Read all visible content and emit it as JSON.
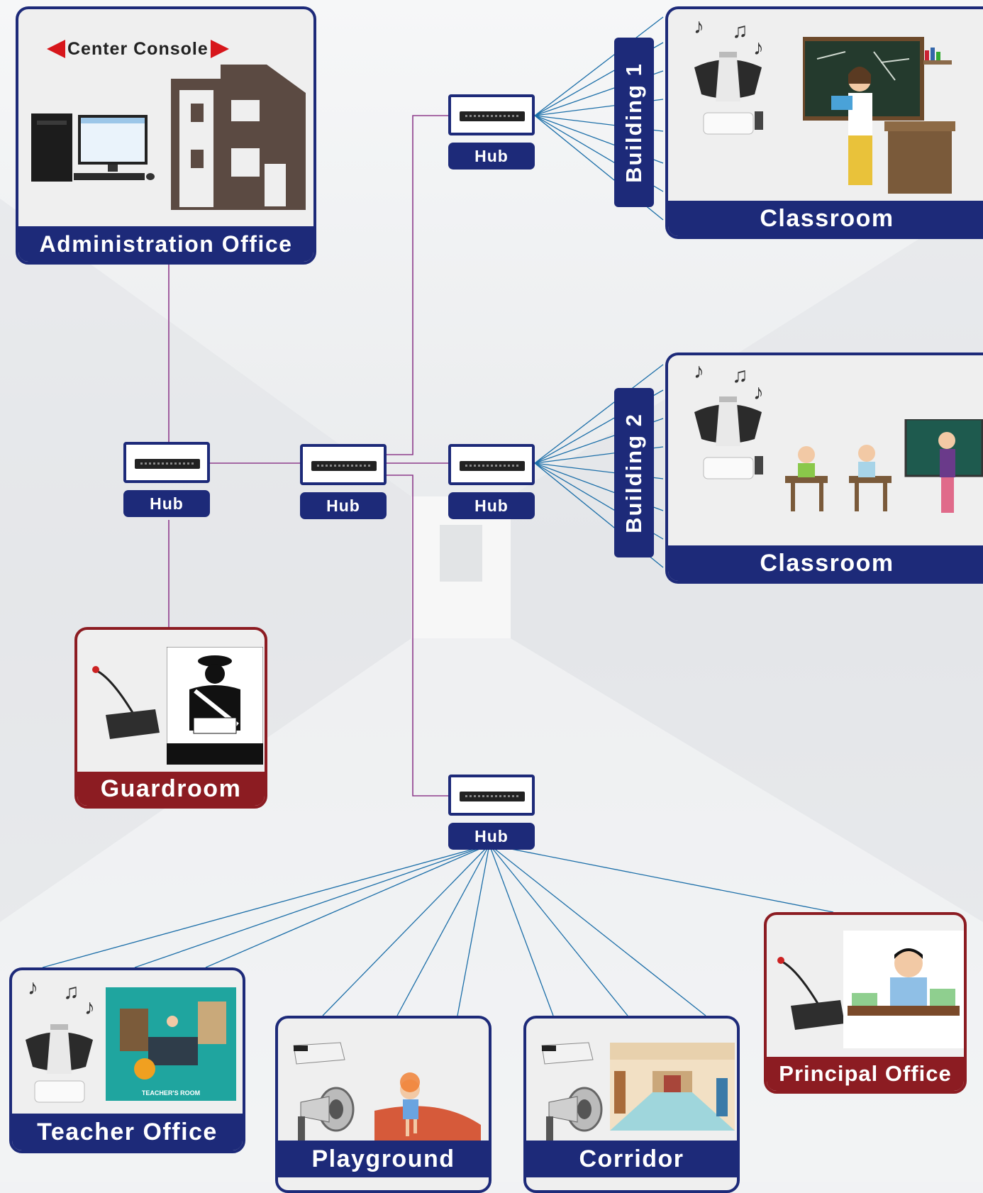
{
  "center_console": "Center Console",
  "labels": {
    "admin": "Administration Office",
    "classroom1": "Classroom",
    "classroom2": "Classroom",
    "guardroom": "Guardroom",
    "teacher": "Teacher Office",
    "playground": "Playground",
    "corridor": "Corridor",
    "principal": "Principal Office",
    "building1": "Building 1",
    "building2": "Building 2",
    "teachers_room": "TEACHER'S ROOM"
  },
  "hubs": [
    "Hub",
    "Hub",
    "Hub",
    "Hub",
    "Hub"
  ],
  "colors": {
    "navy": "#1d2a79",
    "maroon": "#8c1c22",
    "purple_link": "#8e3d8c",
    "blue_link": "#1b6ea8",
    "arrow_red": "#d7161b"
  },
  "icons": [
    "computer-icon",
    "building-icon",
    "speaker-icon",
    "projector-icon",
    "microphone-icon",
    "horn-icon",
    "guard-icon",
    "teacher-icon",
    "music-note-icon"
  ]
}
